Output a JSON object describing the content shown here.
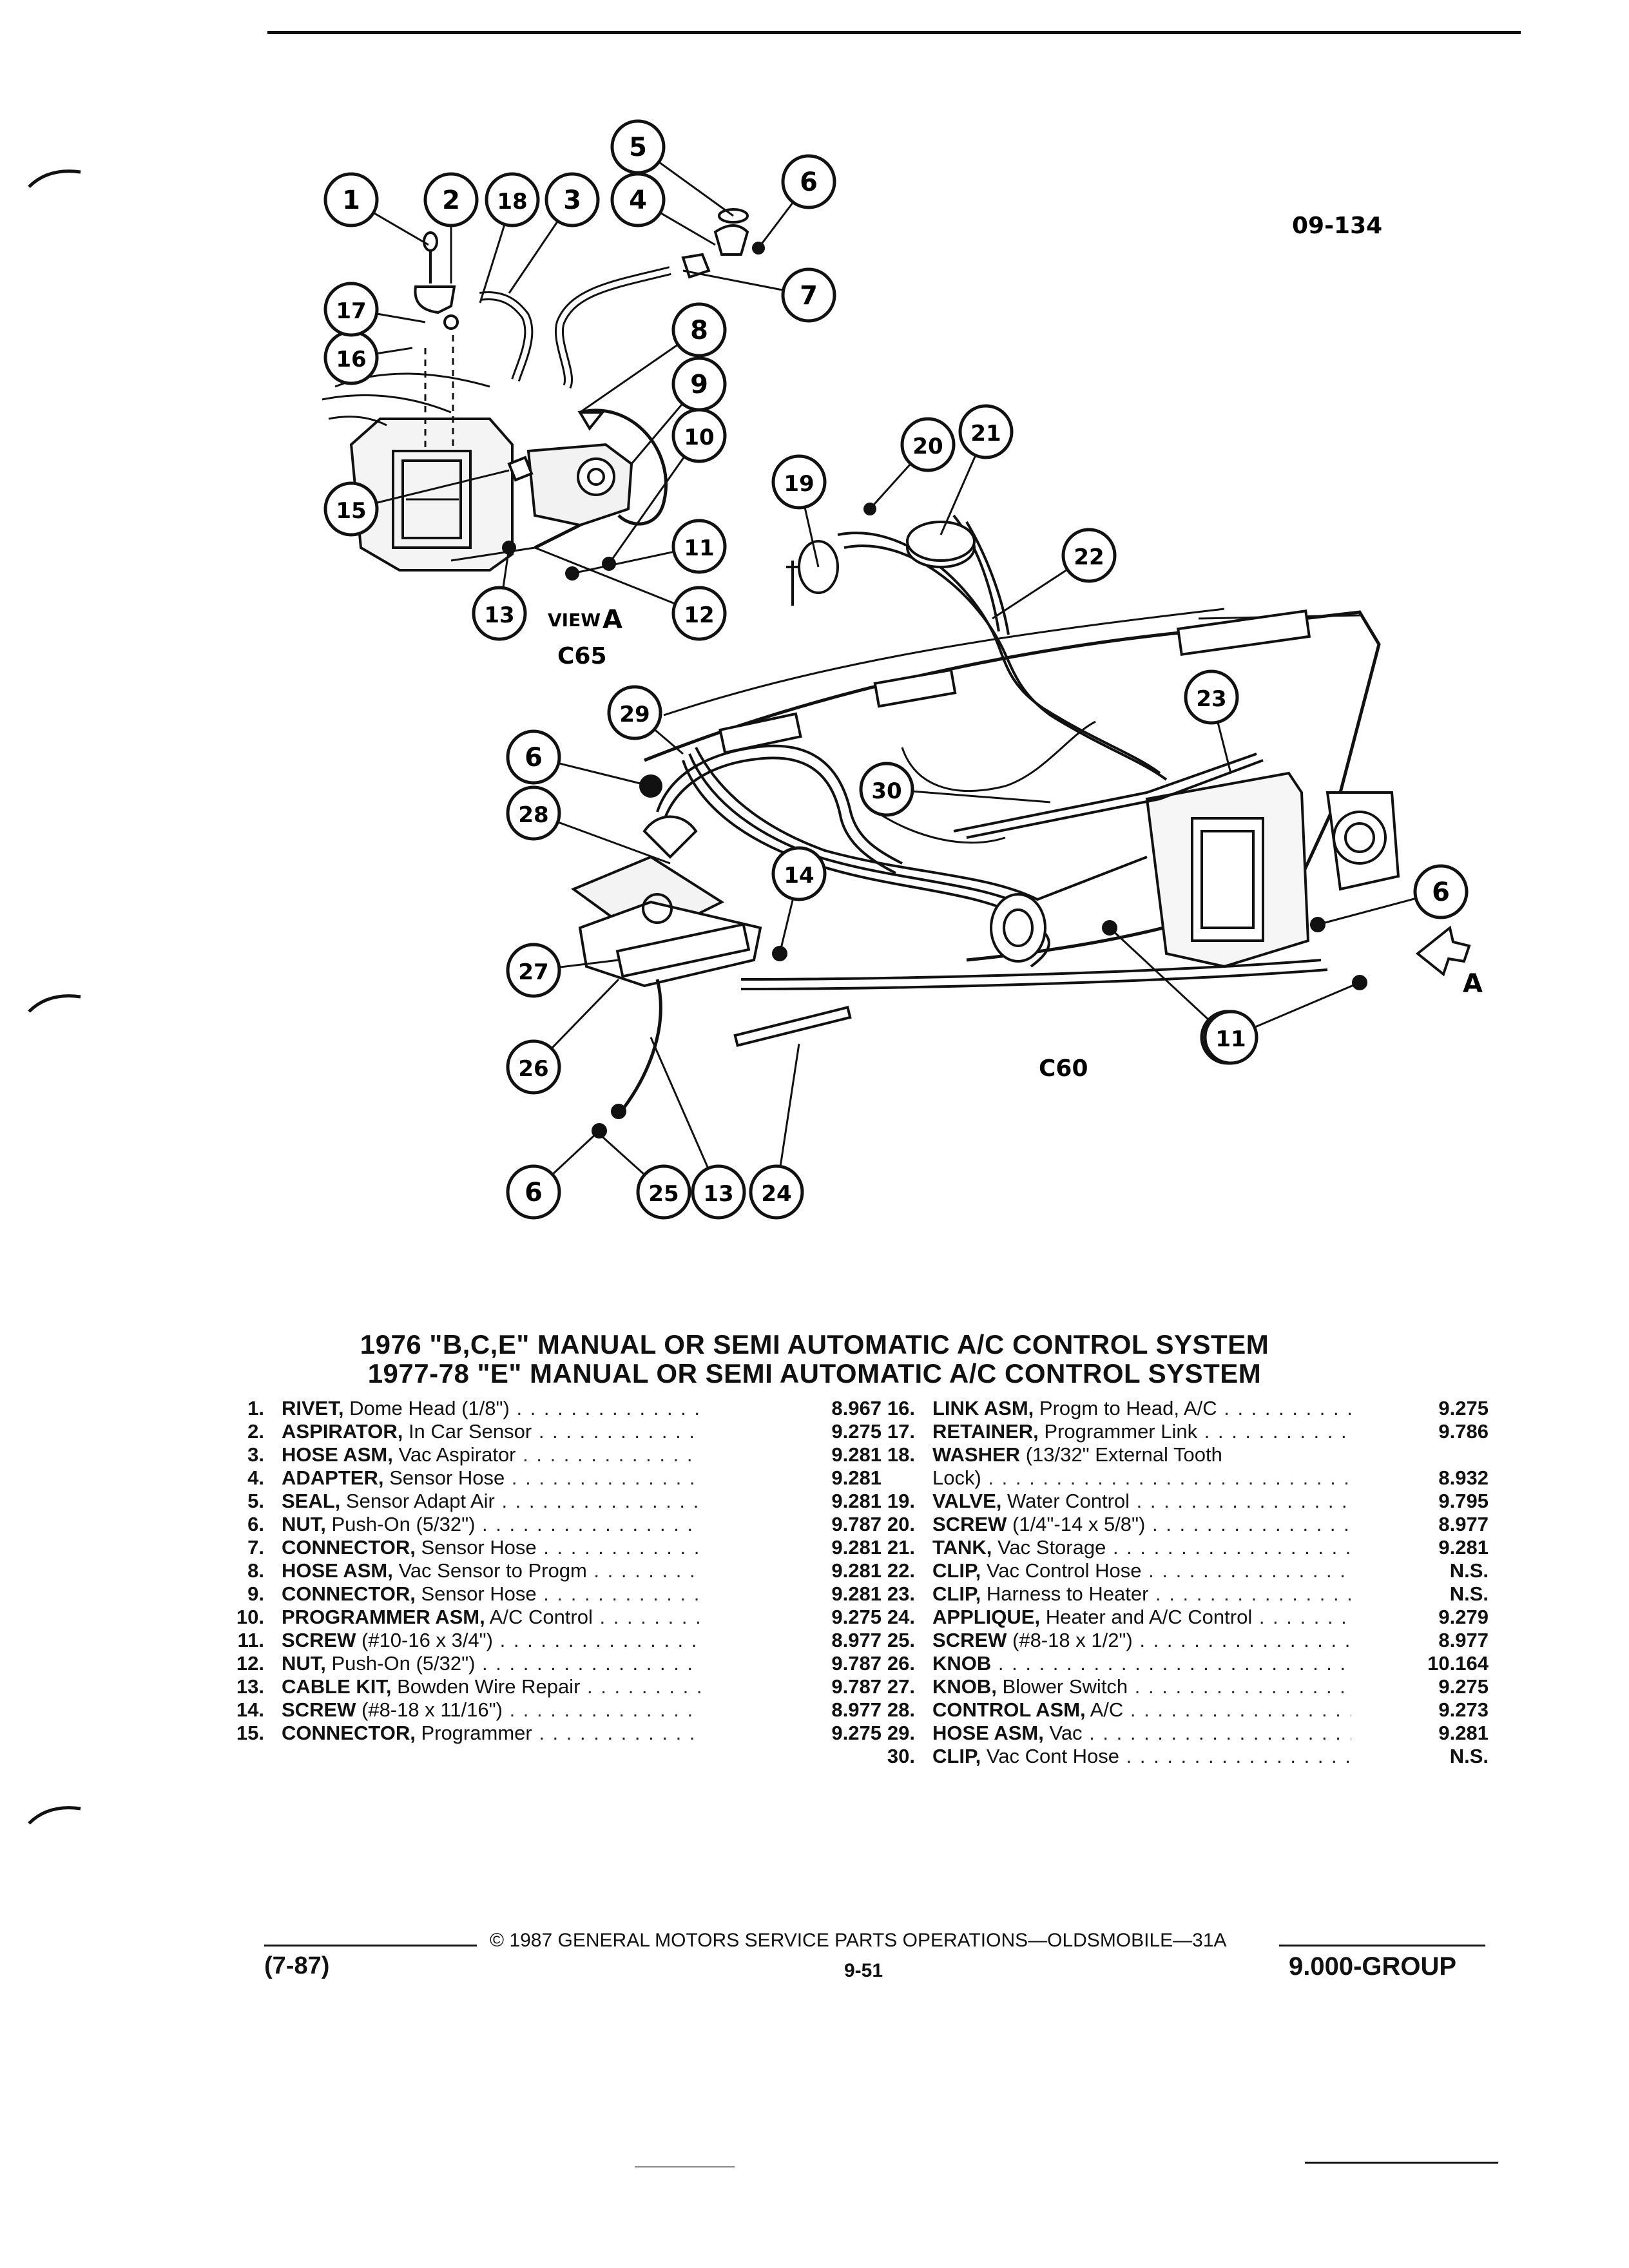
{
  "page": {
    "diagram_ref_top": "09-134",
    "diagram_ref_bottom": "09-134",
    "view_label_small": "VIEW",
    "view_label_letter": "A",
    "view_code": "C65",
    "main_code": "C60",
    "arrow_label": "A"
  },
  "titles": [
    "1976 \"B,C,E\" MANUAL OR SEMI AUTOMATIC A/C CONTROL SYSTEM",
    "1977-78 \"E\" MANUAL OR SEMI AUTOMATIC A/C CONTROL SYSTEM"
  ],
  "parts_left": [
    {
      "num": "1.",
      "name": "RIVET,",
      "desc": "Dome Head (1/8\")",
      "ref": "8.967"
    },
    {
      "num": "2.",
      "name": "ASPIRATOR,",
      "desc": "In Car Sensor",
      "ref": "9.275"
    },
    {
      "num": "3.",
      "name": "HOSE ASM,",
      "desc": "Vac Aspirator",
      "ref": "9.281"
    },
    {
      "num": "4.",
      "name": "ADAPTER,",
      "desc": "Sensor Hose",
      "ref": "9.281"
    },
    {
      "num": "5.",
      "name": "SEAL,",
      "desc": "Sensor Adapt Air",
      "ref": "9.281"
    },
    {
      "num": "6.",
      "name": "NUT,",
      "desc": "Push-On (5/32\")",
      "ref": "9.787"
    },
    {
      "num": "7.",
      "name": "CONNECTOR,",
      "desc": "Sensor Hose",
      "ref": "9.281"
    },
    {
      "num": "8.",
      "name": "HOSE ASM,",
      "desc": "Vac Sensor to Progm",
      "ref": "9.281"
    },
    {
      "num": "9.",
      "name": "CONNECTOR,",
      "desc": "Sensor Hose",
      "ref": "9.281"
    },
    {
      "num": "10.",
      "name": "PROGRAMMER ASM,",
      "desc": "A/C Control",
      "ref": "9.275"
    },
    {
      "num": "11.",
      "name": "SCREW",
      "desc": "(#10-16 x 3/4\")",
      "ref": "8.977"
    },
    {
      "num": "12.",
      "name": "NUT,",
      "desc": "Push-On (5/32\")",
      "ref": "9.787"
    },
    {
      "num": "13.",
      "name": "CABLE KIT,",
      "desc": "Bowden Wire Repair",
      "ref": "9.787"
    },
    {
      "num": "14.",
      "name": "SCREW",
      "desc": "(#8-18 x 11/16\")",
      "ref": "8.977"
    },
    {
      "num": "15.",
      "name": "CONNECTOR,",
      "desc": "Programmer",
      "ref": "9.275"
    }
  ],
  "parts_right": [
    {
      "num": "16.",
      "name": "LINK ASM,",
      "desc": "Progm to Head, A/C",
      "ref": "9.275"
    },
    {
      "num": "17.",
      "name": "RETAINER,",
      "desc": "Programmer Link",
      "ref": "9.786"
    },
    {
      "num": "18.",
      "name": "WASHER",
      "desc": "(13/32\" External Tooth",
      "ref": ""
    },
    {
      "num": "",
      "name": "",
      "desc": "Lock)",
      "ref": "8.932"
    },
    {
      "num": "19.",
      "name": "VALVE,",
      "desc": "Water Control",
      "ref": "9.795"
    },
    {
      "num": "20.",
      "name": "SCREW",
      "desc": "(1/4\"-14 x 5/8\")",
      "ref": "8.977"
    },
    {
      "num": "21.",
      "name": "TANK,",
      "desc": "Vac Storage",
      "ref": "9.281"
    },
    {
      "num": "22.",
      "name": "CLIP,",
      "desc": "Vac Control Hose",
      "ref": "N.S."
    },
    {
      "num": "23.",
      "name": "CLIP,",
      "desc": "Harness to Heater",
      "ref": "N.S."
    },
    {
      "num": "24.",
      "name": "APPLIQUE,",
      "desc": "Heater and A/C Control",
      "ref": "9.279"
    },
    {
      "num": "25.",
      "name": "SCREW",
      "desc": "(#8-18 x 1/2\")",
      "ref": "8.977"
    },
    {
      "num": "26.",
      "name": "KNOB",
      "desc": "",
      "ref": "10.164"
    },
    {
      "num": "27.",
      "name": "KNOB,",
      "desc": "Blower Switch",
      "ref": "9.275"
    },
    {
      "num": "28.",
      "name": "CONTROL ASM,",
      "desc": "A/C",
      "ref": "9.273"
    },
    {
      "num": "29.",
      "name": "HOSE ASM,",
      "desc": "Vac",
      "ref": "9.281"
    },
    {
      "num": "30.",
      "name": "CLIP,",
      "desc": "Vac Cont Hose",
      "ref": "N.S."
    }
  ],
  "footer": {
    "copyright": "© 1987 GENERAL MOTORS SERVICE PARTS OPERATIONS—OLDSMOBILE—31A",
    "date": "(7-87)",
    "page_number": "9-51",
    "group": "9.000-GROUP"
  },
  "callout_numbers": [
    "1",
    "2",
    "18",
    "3",
    "5",
    "4",
    "6",
    "7",
    "8",
    "9",
    "10",
    "11",
    "12",
    "13",
    "15",
    "16",
    "17",
    "19",
    "20",
    "21",
    "22",
    "23",
    "29",
    "6",
    "30",
    "28",
    "14",
    "27",
    "26",
    "6",
    "11",
    "6",
    "25",
    "13",
    "24",
    "11"
  ]
}
